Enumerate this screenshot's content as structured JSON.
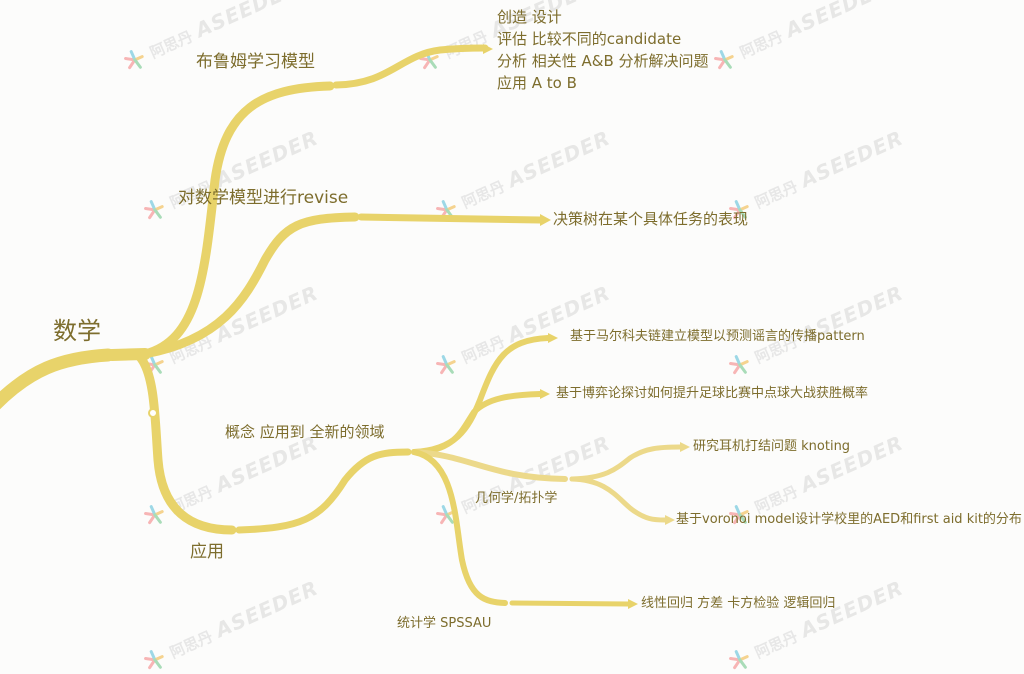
{
  "root": {
    "label": "数学"
  },
  "branches": [
    {
      "label": "布鲁姆学习模型",
      "children": [
        {
          "lines": [
            "创造 设计",
            "评估 比较不同的candidate",
            "分析 相关性 A&B 分析解决问题",
            "应用 A to B"
          ]
        }
      ]
    },
    {
      "label": "对数学模型进行revise",
      "children": [
        {
          "label": "决策树在某个具体任务的表现"
        }
      ]
    },
    {
      "label": "应用",
      "children": [
        {
          "label": "概念 应用到 全新的领域",
          "children": [
            {
              "label": "基于马尔科夫链建立模型以预测谣言的传播pattern"
            },
            {
              "label": "基于博弈论探讨如何提升足球比赛中点球大战获胜概率"
            },
            {
              "label": "几何学/拓扑学",
              "children": [
                {
                  "label": "研究耳机打结问题 knoting"
                },
                {
                  "label": "基于voronoi model设计学校里的AED和first aid kit的分布"
                }
              ]
            },
            {
              "label": "统计学 SPSSAU",
              "children": [
                {
                  "label": "线性回归 方差 卡方检验 逻辑回归"
                }
              ]
            }
          ]
        }
      ]
    }
  ],
  "watermark": {
    "cn": "阿思丹",
    "en": "ASEEDER"
  },
  "colors": {
    "branch": "#e8d36a",
    "branch_light": "#ecd98a",
    "text": "#7d6d2d",
    "background": "#fcfcfb"
  }
}
